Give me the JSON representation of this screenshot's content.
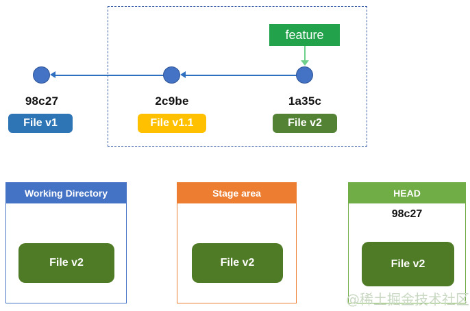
{
  "diagram": {
    "title": "Git commit graph and file state areas",
    "colors": {
      "commit_node": "#4472c4",
      "commit_arrow": "#2f6fc0",
      "dashed_region_border": "#3b5ea8",
      "branch_label_bg": "#22a24a",
      "branch_arrow": "#6fd08c",
      "chip_v1": "#2e75b6",
      "chip_v11": "#ffc000",
      "chip_v2": "#548235",
      "working_directory": "#4472c4",
      "stage_area": "#ed7d31",
      "head": "#70ad47",
      "file_block": "#4f7b27"
    }
  },
  "branch": {
    "label": "feature"
  },
  "commits": [
    {
      "hash": "98c27",
      "file_label": "File v1",
      "chip_color": "#2e75b6"
    },
    {
      "hash": "2c9be",
      "file_label": "File v1.1",
      "chip_color": "#ffc000"
    },
    {
      "hash": "1a35c",
      "file_label": "File v2",
      "chip_color": "#548235"
    }
  ],
  "areas": [
    {
      "title": "Working Directory",
      "hash": "",
      "file_label": "File v2"
    },
    {
      "title": "Stage area",
      "hash": "",
      "file_label": "File v2"
    },
    {
      "title": "HEAD",
      "hash": "98c27",
      "file_label": "File v2"
    }
  ],
  "watermark": "@稀土掘金技术社区"
}
